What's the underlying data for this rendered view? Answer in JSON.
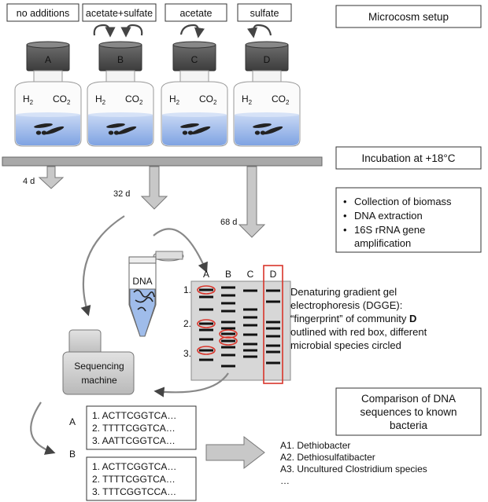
{
  "setup": {
    "labels": [
      "no additions",
      "acetate+sulfate",
      "acetate",
      "sulfate"
    ],
    "title": "Microcosm setup"
  },
  "bottles": [
    {
      "letter": "A",
      "h2": "H",
      "co2": "CO"
    },
    {
      "letter": "B",
      "h2": "H",
      "co2": "CO"
    },
    {
      "letter": "C",
      "h2": "H",
      "co2": "CO"
    },
    {
      "letter": "D",
      "h2": "H",
      "co2": "CO"
    }
  ],
  "incubation": {
    "title": "Incubation at +18°C",
    "times": [
      "4 d",
      "32 d",
      "68 d"
    ]
  },
  "steps": [
    "Collection of biomass",
    "DNA extraction",
    "16S rRNA gene",
    "amplification"
  ],
  "tube_label": "DNA",
  "gel": {
    "lanes": [
      "A",
      "B",
      "C",
      "D"
    ],
    "markers": [
      "1.",
      "2.",
      "3."
    ],
    "bold": "D",
    "description": [
      "Denaturing gradient gel",
      "electrophoresis (DGGE):",
      "“fingerprint” of community ",
      "outlined with red box, different",
      "microbial species circled"
    ]
  },
  "sequencer": {
    "line1": "Sequencing",
    "line2": "machine"
  },
  "sequences": {
    "A": [
      "1. ACTTCGGTCA…",
      "2. TTTTCGGTCA…",
      "3. AATTCGGTCA…"
    ],
    "B": [
      "1. ACTTCGGTCA…",
      "2. TTTTCGGTCA…",
      "3. TTTCGGTCCA…"
    ]
  },
  "comparison": {
    "lines": [
      "Comparison of DNA",
      "sequences to known",
      "bacteria"
    ],
    "results": [
      "A1. Dethiobacter",
      "A2. Dethiosulfatibacter",
      "A3. Uncultured Clostridium species",
      "…"
    ]
  },
  "colors": {
    "liquid": "#8fb1e8",
    "liquid_top": "#b9cdf2",
    "cap": "#5a5a5a",
    "red": "#d9352b",
    "arrow": "#c8c8c8"
  }
}
